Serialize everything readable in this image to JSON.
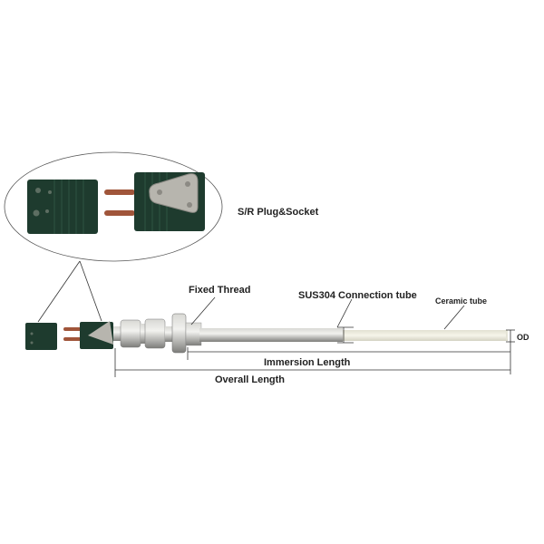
{
  "labels": {
    "plug_socket": "S/R Plug&Socket",
    "fixed_thread": "Fixed Thread",
    "connection_tube": "SUS304 Connection tube",
    "ceramic_tube": "Ceramic tube",
    "immersion_length": "Immersion Length",
    "overall_length": "Overall Length",
    "od": "OD"
  },
  "colors": {
    "connector_green": "#1e3b2e",
    "pin_copper": "#a0553a",
    "steel": "#a9a9a6",
    "ceramic": "#ecebdd"
  }
}
